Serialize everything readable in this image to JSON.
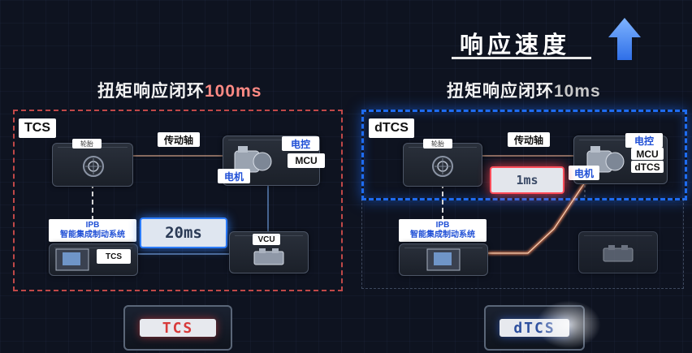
{
  "headline": "响应速度",
  "colors": {
    "accent_blue": "#1e6cf0",
    "accent_red": "#c04848",
    "background": "#0e1320"
  },
  "left": {
    "title_prefix": "扭矩响应闭环",
    "title_ms": "100ms",
    "system_tag": "TCS",
    "wheel_tag": "轮胎",
    "shaft_label": "传动轴",
    "controller_tag": "电控",
    "mcu_tag": "MCU",
    "motor_tag": "电机",
    "ipb_line1": "IPB",
    "ipb_line2": "智能集成制动系统",
    "ipb_sub_tag": "TCS",
    "latency": "20ms",
    "vcu_tag": "VCU",
    "badge": "TCS"
  },
  "right": {
    "title_prefix": "扭矩响应闭环",
    "title_ms": "10ms",
    "system_tag": "dTCS",
    "wheel_tag": "轮胎",
    "shaft_label": "传动轴",
    "controller_tag": "电控",
    "mcu_tag": "MCU",
    "dtcs_tag": "dTCS",
    "motor_tag": "电机",
    "ipb_line1": "IPB",
    "ipb_line2": "智能集成制动系统",
    "latency": "1ms",
    "badge": "dTCS"
  }
}
